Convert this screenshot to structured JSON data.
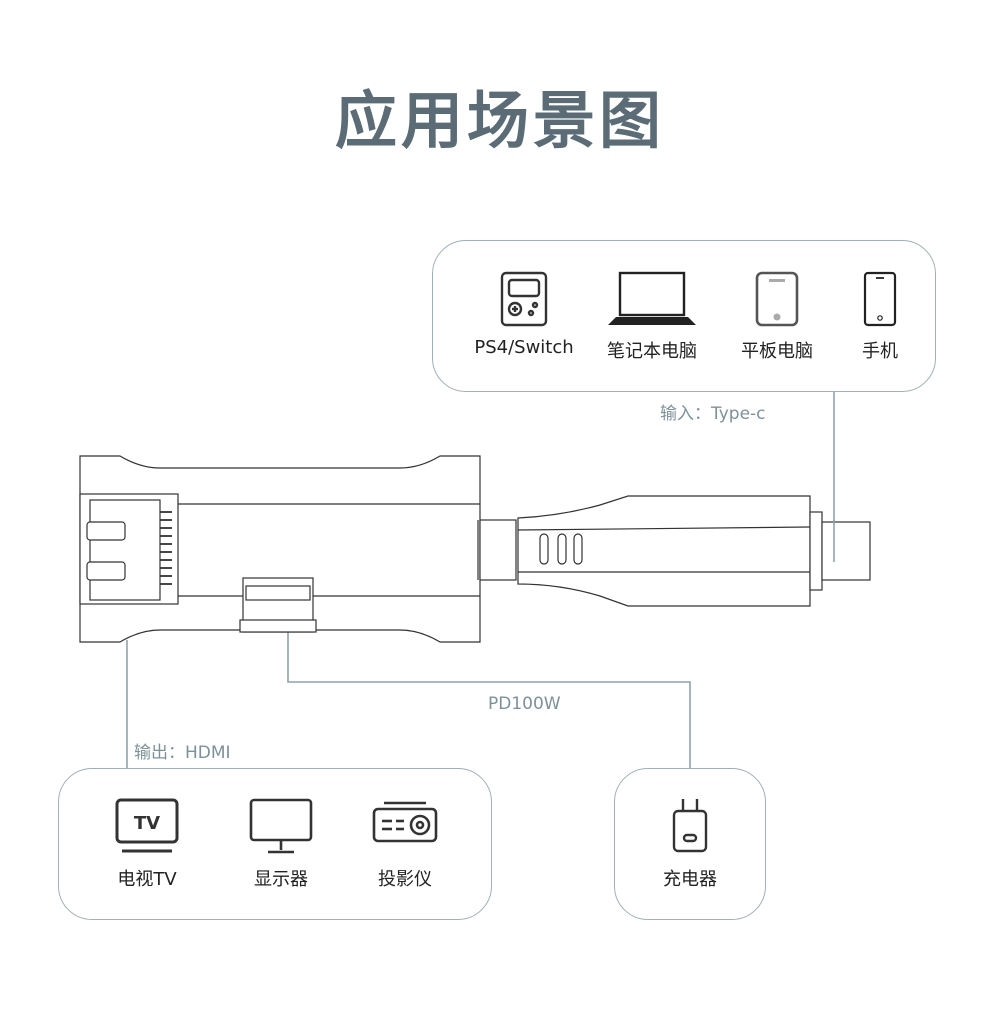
{
  "title": "应用场景图",
  "input_box": {
    "items": [
      {
        "label": "PS4/Switch",
        "icon": "game-console-icon"
      },
      {
        "label": "笔记本电脑",
        "icon": "laptop-icon"
      },
      {
        "label": "平板电脑",
        "icon": "tablet-icon"
      },
      {
        "label": "手机",
        "icon": "phone-icon"
      }
    ],
    "connector_label": "输入：Type-c"
  },
  "output_box": {
    "items": [
      {
        "label": "电视TV",
        "icon": "tv-icon",
        "icon_text": "TV"
      },
      {
        "label": "显示器",
        "icon": "monitor-icon"
      },
      {
        "label": "投影仪",
        "icon": "projector-icon"
      }
    ],
    "connector_label": "输出：HDMI"
  },
  "charger_box": {
    "items": [
      {
        "label": "充电器",
        "icon": "charger-icon"
      }
    ],
    "connector_label": "PD100W"
  },
  "colors": {
    "title": "#5b6c76",
    "line": "#8fa3ad",
    "label": "#7d919b"
  }
}
